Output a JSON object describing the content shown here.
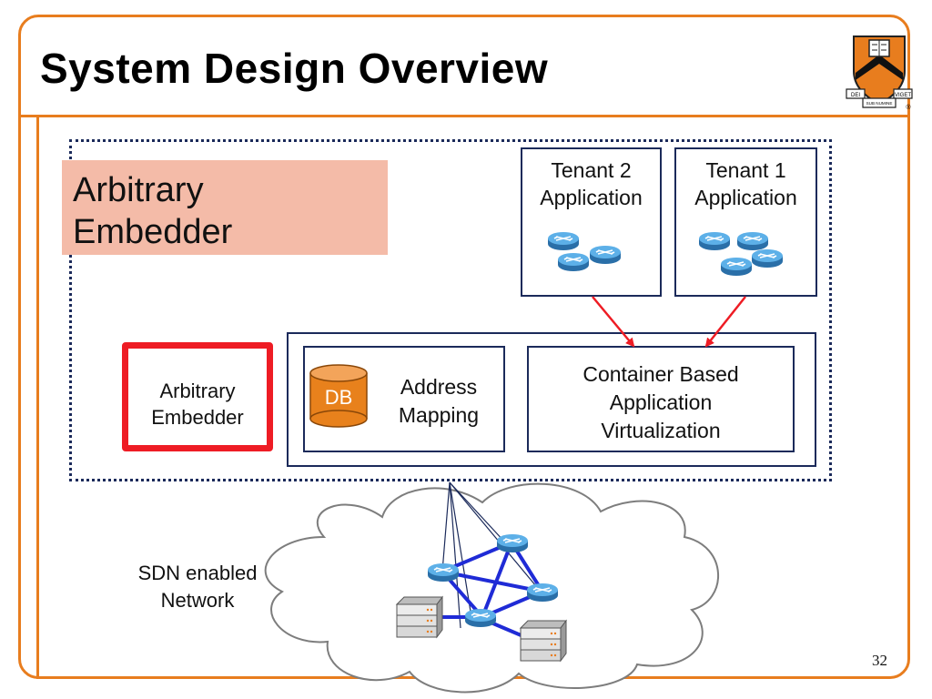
{
  "slide": {
    "title": "System Design Overview",
    "page_number": "32"
  },
  "logo": {
    "motto_left": "DEI",
    "motto_center": "SUB NUMINE",
    "motto_right": "VIGET",
    "registered_mark": "®"
  },
  "embedder_banner": {
    "line1": "Arbitrary",
    "line2": "Embedder"
  },
  "tenants": [
    {
      "line1": "Tenant 2",
      "line2": "Application"
    },
    {
      "line1": "Tenant 1",
      "line2": "Application"
    }
  ],
  "red_box": {
    "line1": "Arbitrary",
    "line2": "Embedder"
  },
  "address_mapping": {
    "db_label": "DB",
    "line1": "Address",
    "line2": "Mapping"
  },
  "container": {
    "line1": "Container Based",
    "line2": "Application",
    "line3": "Virtualization"
  },
  "network": {
    "line1": "SDN enabled",
    "line2": "Network"
  },
  "colors": {
    "frame_orange": "#e87d1e",
    "box_navy": "#1b2a5a",
    "highlight_red": "#ee1c24",
    "banner_pink": "#f4bba8",
    "db_orange": "#e8811c",
    "link_blue": "#1f2bd6",
    "router_blue": "#4a9fd8"
  }
}
